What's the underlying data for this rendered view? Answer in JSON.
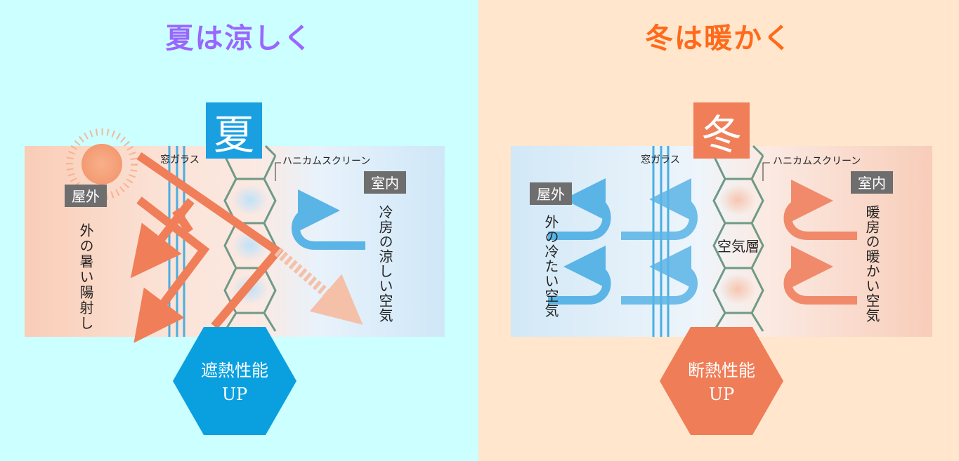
{
  "summer": {
    "heading": "夏は涼しく",
    "season_badge": "夏",
    "glass_label": "窓ガラス",
    "screen_label": "ハニカムスクリーン",
    "outdoor_label": "屋外",
    "indoor_label": "室内",
    "outdoor_caption": "外の暑い陽射し",
    "indoor_caption": "冷房の涼しい空気",
    "performance_line1": "遮熱性能",
    "performance_line2": "UP"
  },
  "winter": {
    "heading": "冬は暖かく",
    "season_badge": "冬",
    "glass_label": "窓ガラス",
    "screen_label": "ハニカムスクリーン",
    "outdoor_label": "屋外",
    "indoor_label": "室内",
    "outdoor_caption": "外の冷たい空気",
    "indoor_caption": "暖房の暖かい空気",
    "air_layer_label": "空気層",
    "performance_line1": "断熱性能",
    "performance_line2": "UP"
  },
  "colors": {
    "summer_heading": "#9966ff",
    "winter_heading": "#ff6a1a",
    "summer_badge": "#1a9fe0",
    "winter_badge": "#f07e58",
    "summer_hex": "#0aa0e0",
    "winter_hex": "#ef7d58",
    "label_bg": "#6e6e6e",
    "sun_ray": "#f07e58",
    "cool_arrow": "#5ab4e6",
    "warm_arrow": "#f08a6a",
    "honeycomb_stroke": "#6f9a86",
    "glass_stroke": "#4aaee0"
  }
}
